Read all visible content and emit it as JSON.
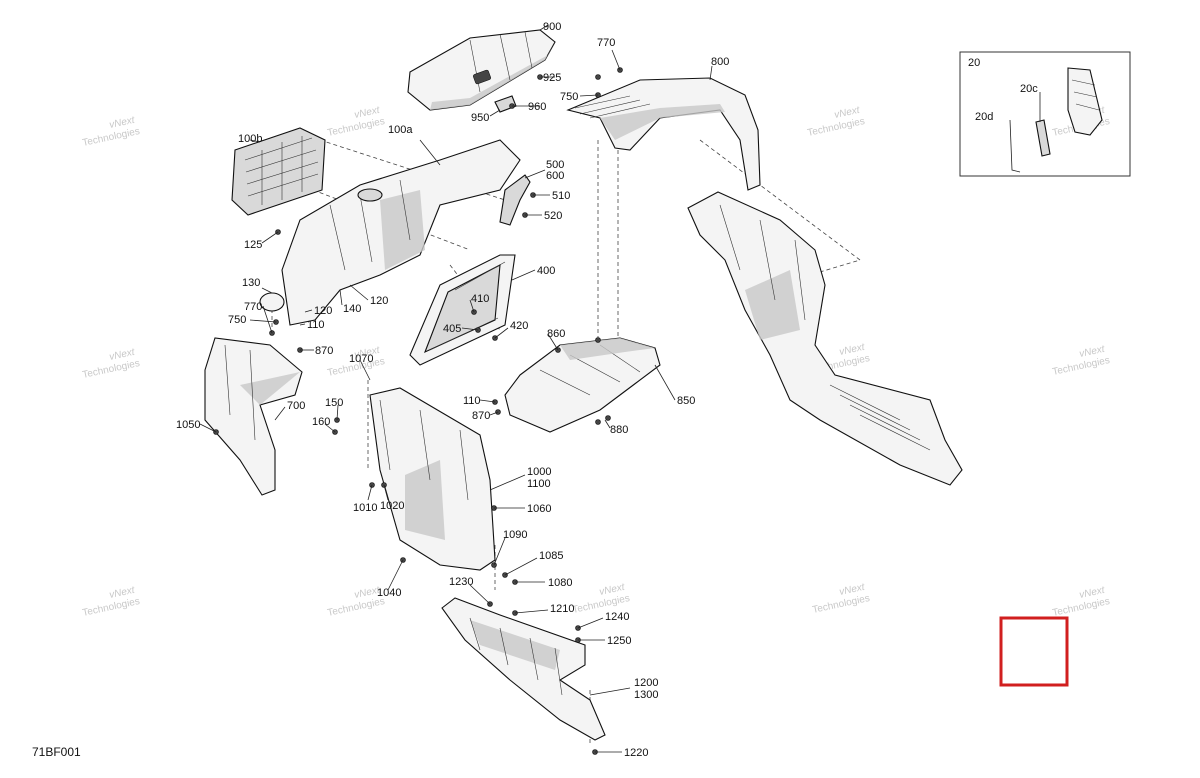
{
  "diagram_code": "71BF001",
  "watermark": {
    "line1": "vNext",
    "line2": "Technologies"
  },
  "callouts": {
    "c900": "900",
    "c925": "925",
    "c960": "960",
    "c950": "950",
    "c770a": "770",
    "c750a": "750",
    "c800": "800",
    "c20": "20",
    "c20c": "20c",
    "c20d": "20d",
    "c100b": "100b",
    "c100a": "100a",
    "c500": "500",
    "c600": "600",
    "c510": "510",
    "c520": "520",
    "c125": "125",
    "c400": "400",
    "c130": "130",
    "c120a": "120",
    "c140": "140",
    "c120b": "120",
    "c110a": "110",
    "c770b": "770",
    "c750b": "750",
    "c410": "410",
    "c405": "405",
    "c420": "420",
    "c870a": "870",
    "c1070": "1070",
    "c860": "860",
    "c110b": "110",
    "c870b": "870",
    "c850": "850",
    "c880": "880",
    "c1050": "1050",
    "c700": "700",
    "c150": "150",
    "c160": "160",
    "c1000": "1000",
    "c1100": "1100",
    "c1060": "1060",
    "c1010": "1010",
    "c1020": "1020",
    "c1090": "1090",
    "c1085": "1085",
    "c1080": "1080",
    "c1040": "1040",
    "c1230": "1230",
    "c1210": "1210",
    "c1240": "1240",
    "c1250": "1250",
    "c1200": "1200",
    "c1300": "1300",
    "c1220": "1220"
  },
  "colors": {
    "selection": "#d11f1f",
    "watermark": "#c9c9c9",
    "line": "#111111"
  }
}
